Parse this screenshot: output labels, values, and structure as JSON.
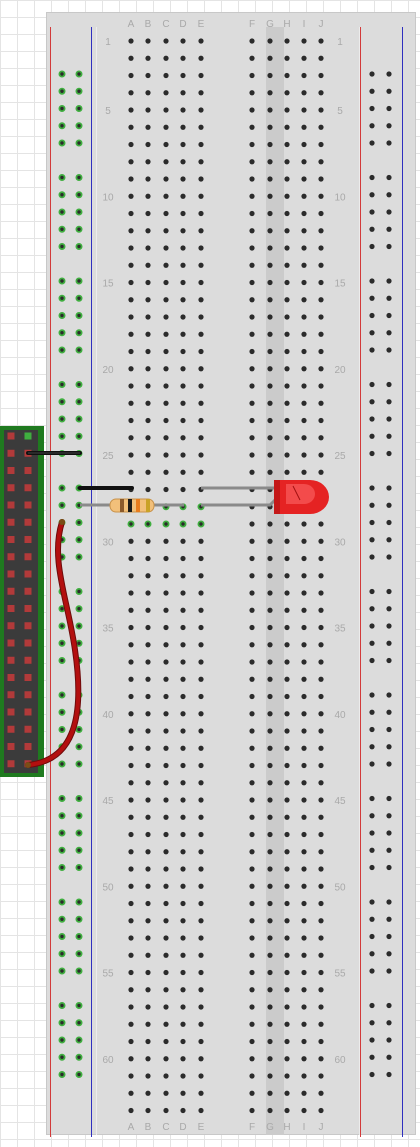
{
  "breadboard": {
    "columns_left": [
      "A",
      "B",
      "C",
      "D",
      "E"
    ],
    "columns_right": [
      "F",
      "G",
      "H",
      "I",
      "J"
    ],
    "row_count": 63,
    "numbered_rows": [
      "1",
      "5",
      "10",
      "15",
      "20",
      "25",
      "30",
      "35",
      "40",
      "45",
      "50",
      "55",
      "60"
    ],
    "colors": {
      "board": "#dcdcdc",
      "hole": "#2b2b2b",
      "highlight_hole": "#3fae3f",
      "rail_red": "#d23a3a",
      "rail_blue": "#2f2fbf",
      "label": "#a9a9a9"
    }
  },
  "header_pins": {
    "rows": 20,
    "colors": {
      "body": "#1f7a1f",
      "pin": "#b23a3a",
      "frame": "#3b3b3b"
    }
  },
  "components": {
    "led": {
      "color": "#e52323",
      "type": "led-icon"
    },
    "resistor": {
      "body_color": "#f2c07a",
      "bands": [
        "#8b5a2b",
        "#1a1a1a",
        "#e87d1e",
        "#c9a227"
      ],
      "type": "resistor-icon"
    },
    "wires": [
      {
        "name": "black-jumper-top",
        "color": "#111111"
      },
      {
        "name": "black-jumper-mid",
        "color": "#111111"
      },
      {
        "name": "red-jumper",
        "color": "#b30f0f"
      }
    ]
  }
}
